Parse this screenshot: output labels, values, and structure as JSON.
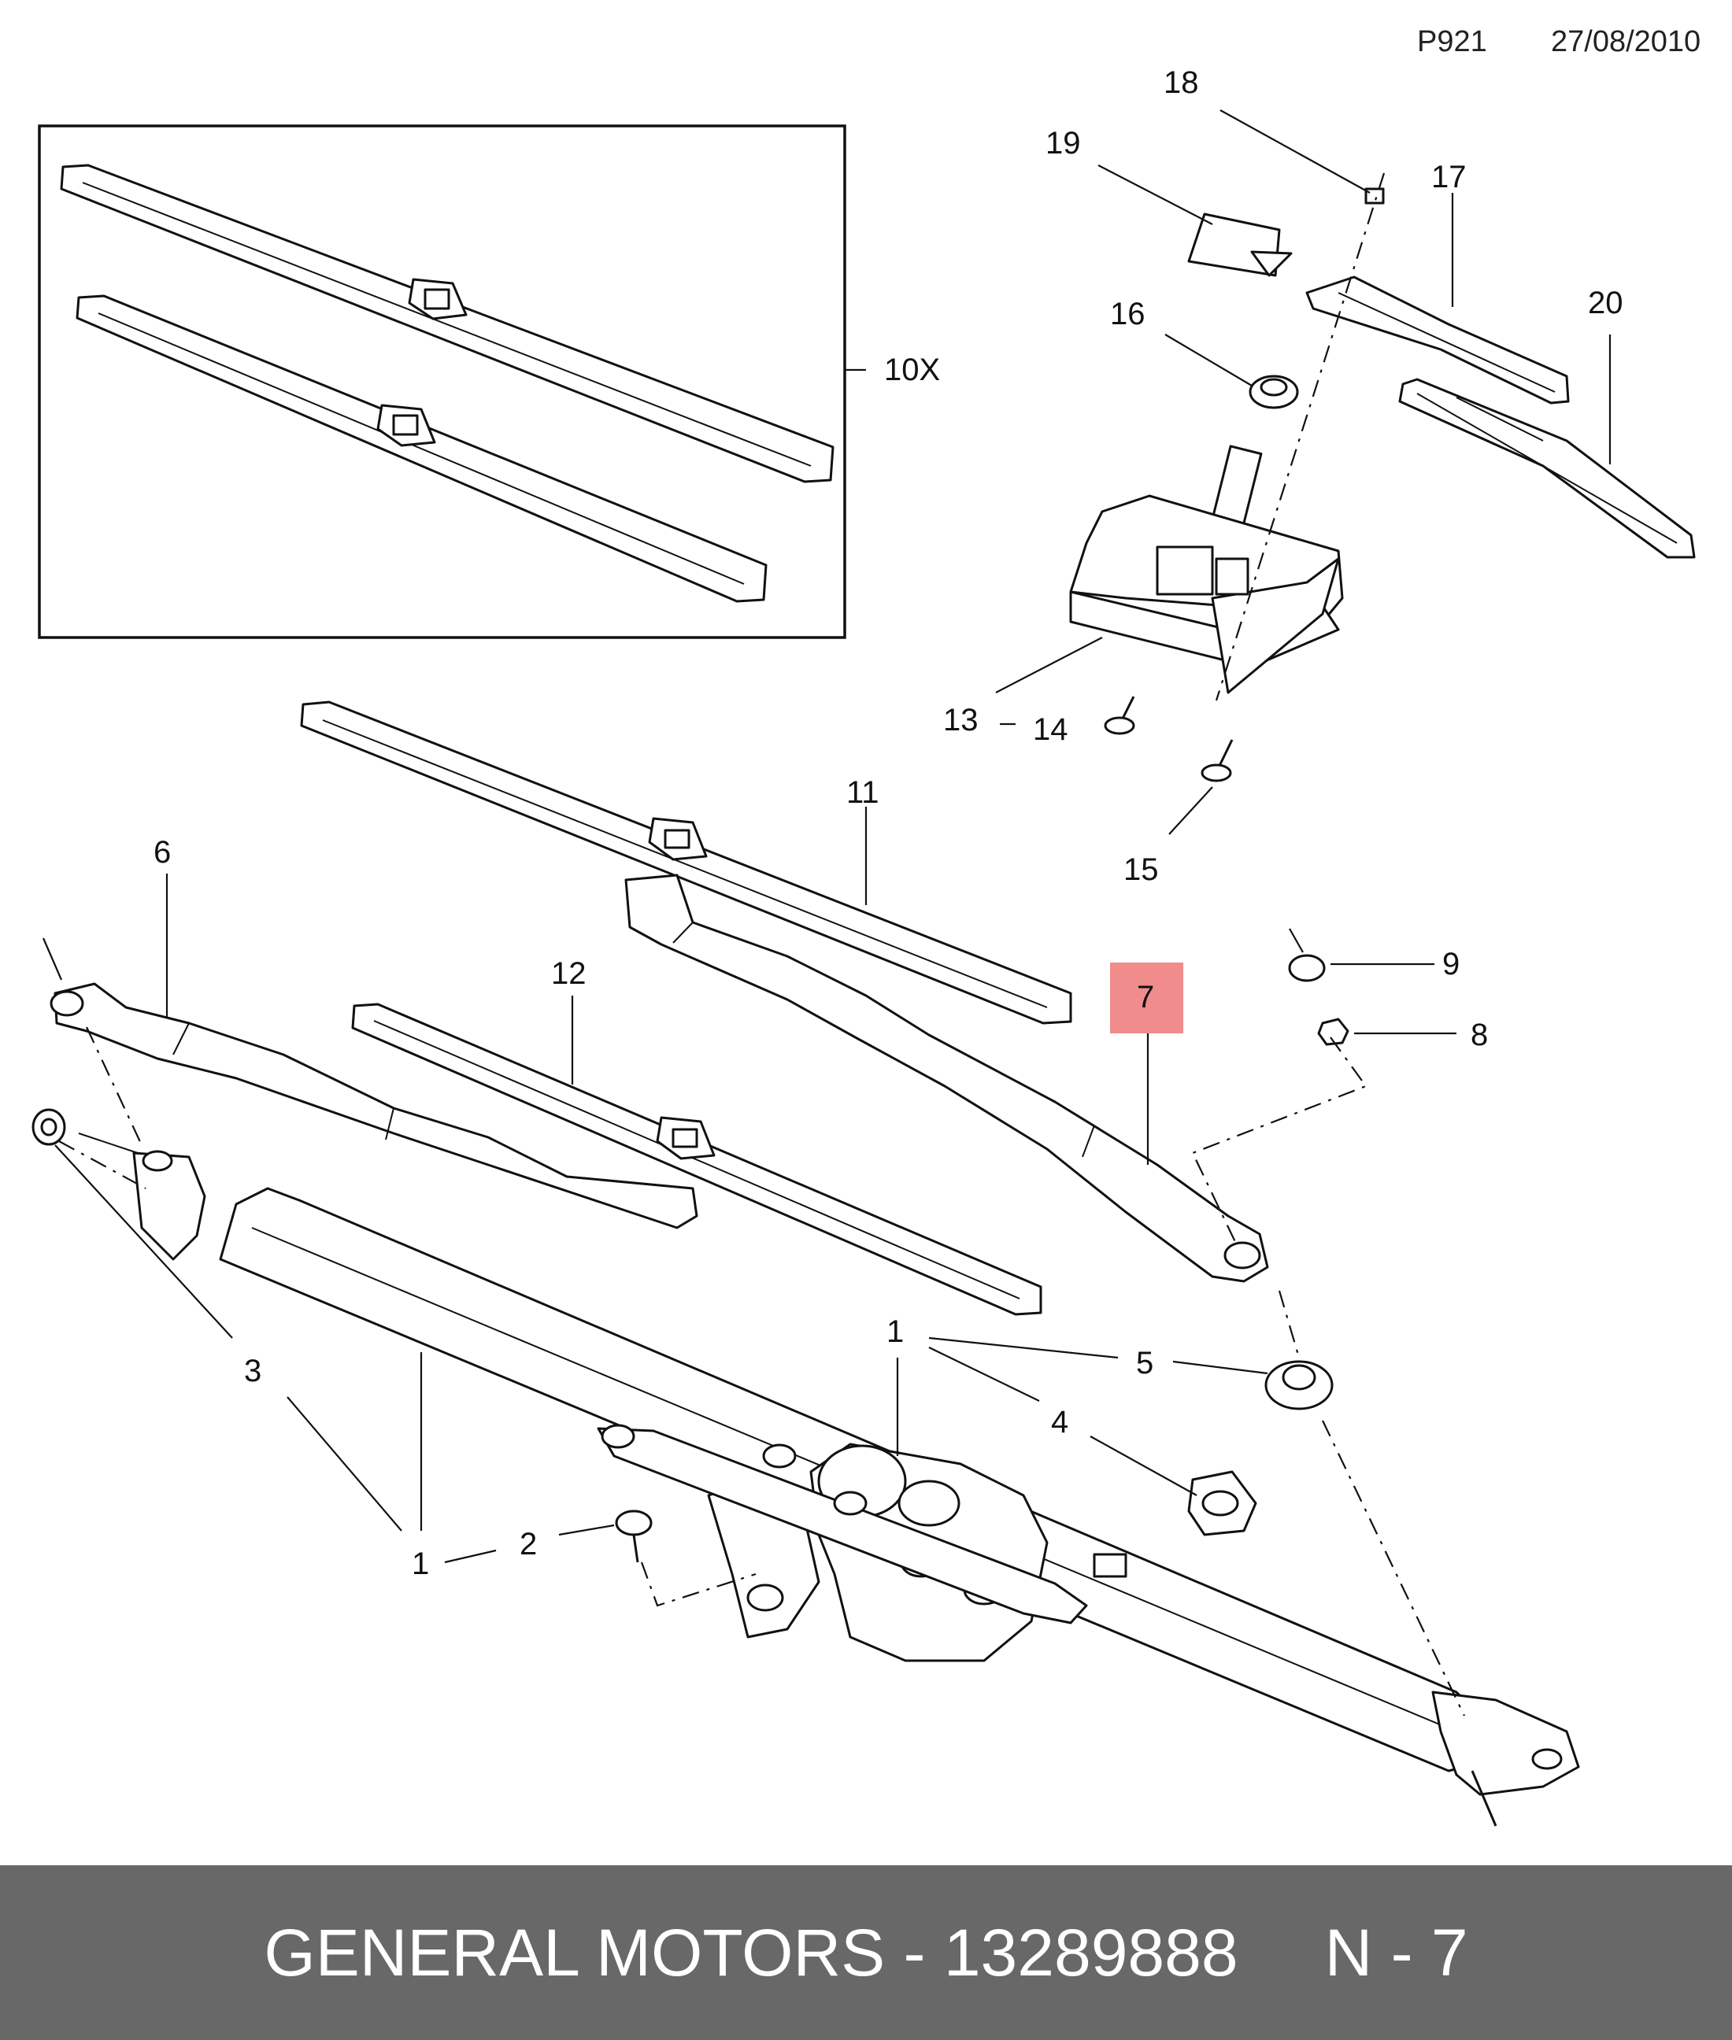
{
  "header": {
    "code": "P921",
    "date": "27/08/2010"
  },
  "callouts": {
    "c1a": "1",
    "c1b": "1",
    "c2": "2",
    "c3": "3",
    "c4": "4",
    "c5": "5",
    "c6": "6",
    "c7": "7",
    "c8": "8",
    "c9": "9",
    "c10": "10X",
    "c11": "11",
    "c12": "12",
    "c13": "13",
    "c14": "14",
    "c15": "15",
    "c16": "16",
    "c17": "17",
    "c18": "18",
    "c19": "19",
    "c20": "20"
  },
  "highlight_color": "#f08c8c",
  "footer": {
    "brand_part": "GENERAL MOTORS - 13289888",
    "ref": "N - 7"
  }
}
